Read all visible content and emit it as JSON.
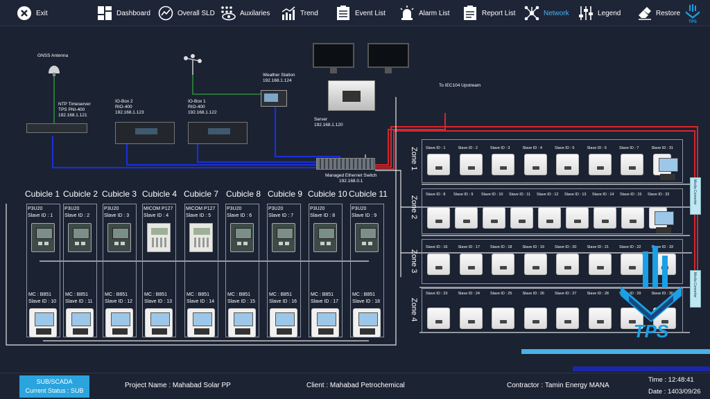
{
  "nav": {
    "exit": "Exit",
    "dashboard": "Dashboard",
    "overall_sld": "Overall SLD",
    "auxiliaries": "Auxilaries",
    "trend": "Trend",
    "event_list": "Event List",
    "alarm_list": "Alarm List",
    "report_list": "Report List",
    "network": "Network",
    "legend": "Legend",
    "restore": "Restore",
    "logo_text": "TPS"
  },
  "colors": {
    "accent": "#49b6f0",
    "red_link": "#d8262c",
    "blue_link": "#1a2fd6",
    "green_link": "#2e8b3a",
    "white_link": "#e6e6e6",
    "status_bg": "#2aa4dd",
    "tps_blue": "#1aa0e6"
  },
  "equipment": {
    "gnss": "GNSS Antenna",
    "ntp": [
      "NTP Timeserver",
      "TPS PNI-400",
      "192.168.1.121"
    ],
    "iobox2": [
      "IO-Box 2",
      "RIO-400",
      "192.168.1.123"
    ],
    "iobox1": [
      "IO-Box 1",
      "RIO-400",
      "192.168.1.122"
    ],
    "weather": [
      "Weather Station",
      "192.168.1.124"
    ],
    "server": [
      "Server",
      "192.168.1.120"
    ],
    "switch": [
      "Managed Ethernet Switch",
      "192.168.0.1"
    ],
    "upstream": "To IEC104 Upstream",
    "media_converter": "Media Converter"
  },
  "cubicles": [
    {
      "title": "Cubicle 1",
      "relay": "P3U20",
      "relay_id": "Slave ID : 1",
      "relay_type": "relay",
      "mc": "MC : B851",
      "mc_id": "Slave ID : 10"
    },
    {
      "title": "Cubicle 2",
      "relay": "P3U20",
      "relay_id": "Slave ID : 2",
      "relay_type": "relay",
      "mc": "MC : B851",
      "mc_id": "Slave ID : 11"
    },
    {
      "title": "Cubicle 3",
      "relay": "P3U20",
      "relay_id": "Slave ID : 3",
      "relay_type": "relay",
      "mc": "MC : B851",
      "mc_id": "Slave ID : 12"
    },
    {
      "title": "Cubicle 4",
      "relay": "MICOM P127",
      "relay_id": "Slave ID : 4",
      "relay_type": "micom",
      "mc": "MC : B851",
      "mc_id": "Slave ID : 13"
    },
    {
      "title": "Cubicle 7",
      "relay": "MICOM P127",
      "relay_id": "Slave ID : 5",
      "relay_type": "micom",
      "mc": "MC : B851",
      "mc_id": "Slave ID : 14"
    },
    {
      "title": "Cubicle 8",
      "relay": "P3U20",
      "relay_id": "Slave ID : 6",
      "relay_type": "relay",
      "mc": "MC : B851",
      "mc_id": "Slave ID : 15"
    },
    {
      "title": "Cubicle 9",
      "relay": "P3U20",
      "relay_id": "Slave ID : 7",
      "relay_type": "relay",
      "mc": "MC : B851",
      "mc_id": "Slave ID : 16"
    },
    {
      "title": "Cubicle 10",
      "relay": "P3U20",
      "relay_id": "Slave ID : 8",
      "relay_type": "relay",
      "mc": "MC : B851",
      "mc_id": "Slave ID : 17"
    },
    {
      "title": "Cubicle 11",
      "relay": "P3U20",
      "relay_id": "Slave ID : 9",
      "relay_type": "relay",
      "mc": "MC : B851",
      "mc_id": "Slave ID : 18"
    }
  ],
  "zones": [
    {
      "title": "Zone 1",
      "slaves": [
        "Slave ID : 1",
        "Slave ID : 2",
        "Slave ID : 3",
        "Slave ID : 4",
        "Slave ID : 5",
        "Slave ID : 6",
        "Slave ID : 7",
        "Slave ID : 31"
      ]
    },
    {
      "title": "Zone 2",
      "slaves": [
        "Slave ID : 8",
        "Slave ID : 9",
        "Slave ID : 10",
        "Slave ID : 11",
        "Slave ID : 12",
        "Slave ID : 13",
        "Slave ID : 14",
        "Slave ID : 15",
        "Slave ID : 32"
      ]
    },
    {
      "title": "Zone 3",
      "slaves": [
        "Slave ID : 16",
        "Slave ID : 17",
        "Slave ID : 18",
        "Slave ID : 19",
        "Slave ID : 20",
        "Slave ID : 21",
        "Slave ID : 22",
        "Slave ID : 33"
      ]
    },
    {
      "title": "Zone 4",
      "slaves": [
        "Slave ID : 23",
        "Slave ID : 24",
        "Slave ID : 25",
        "Slave ID : 26",
        "Slave ID : 27",
        "Slave ID : 28",
        "Slave ID : 29",
        "Slave ID : 30"
      ]
    }
  ],
  "footer": {
    "status_line1": "SUB/SCADA",
    "status_line2": "Current Status : SUB",
    "project": "Project Name : Mahabad Solar PP",
    "client": "Client : Mahabad Petrochemical",
    "contractor": "Contractor : Tamin Energy MANA",
    "time": "Time : 12:48:41",
    "date": "Date : 1403/09/26"
  }
}
